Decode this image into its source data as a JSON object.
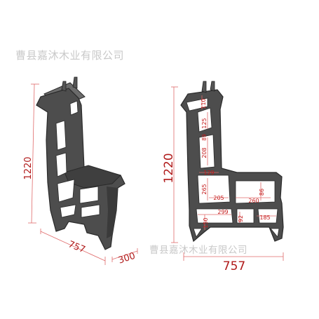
{
  "watermark": {
    "top_text": "曹县嘉沐木业有限公司",
    "bottom_text": "曹县嘉沐木业有限公司"
  },
  "perspective_view": {
    "height_label": "1220",
    "width_label": "757",
    "depth_label": "300"
  },
  "side_view": {
    "height_label": "1220",
    "width_label": "757",
    "inner_dimensions": [
      "110",
      "125",
      "89",
      "208",
      "129",
      "265",
      "205",
      "260",
      "86",
      "299",
      "92",
      "185",
      "150"
    ]
  },
  "colors": {
    "body_fill": "#4d4d4d",
    "body_stroke": "#2a2a2a",
    "dimension_text": "#c41a1a",
    "dimension_line": "#e06a6a"
  }
}
